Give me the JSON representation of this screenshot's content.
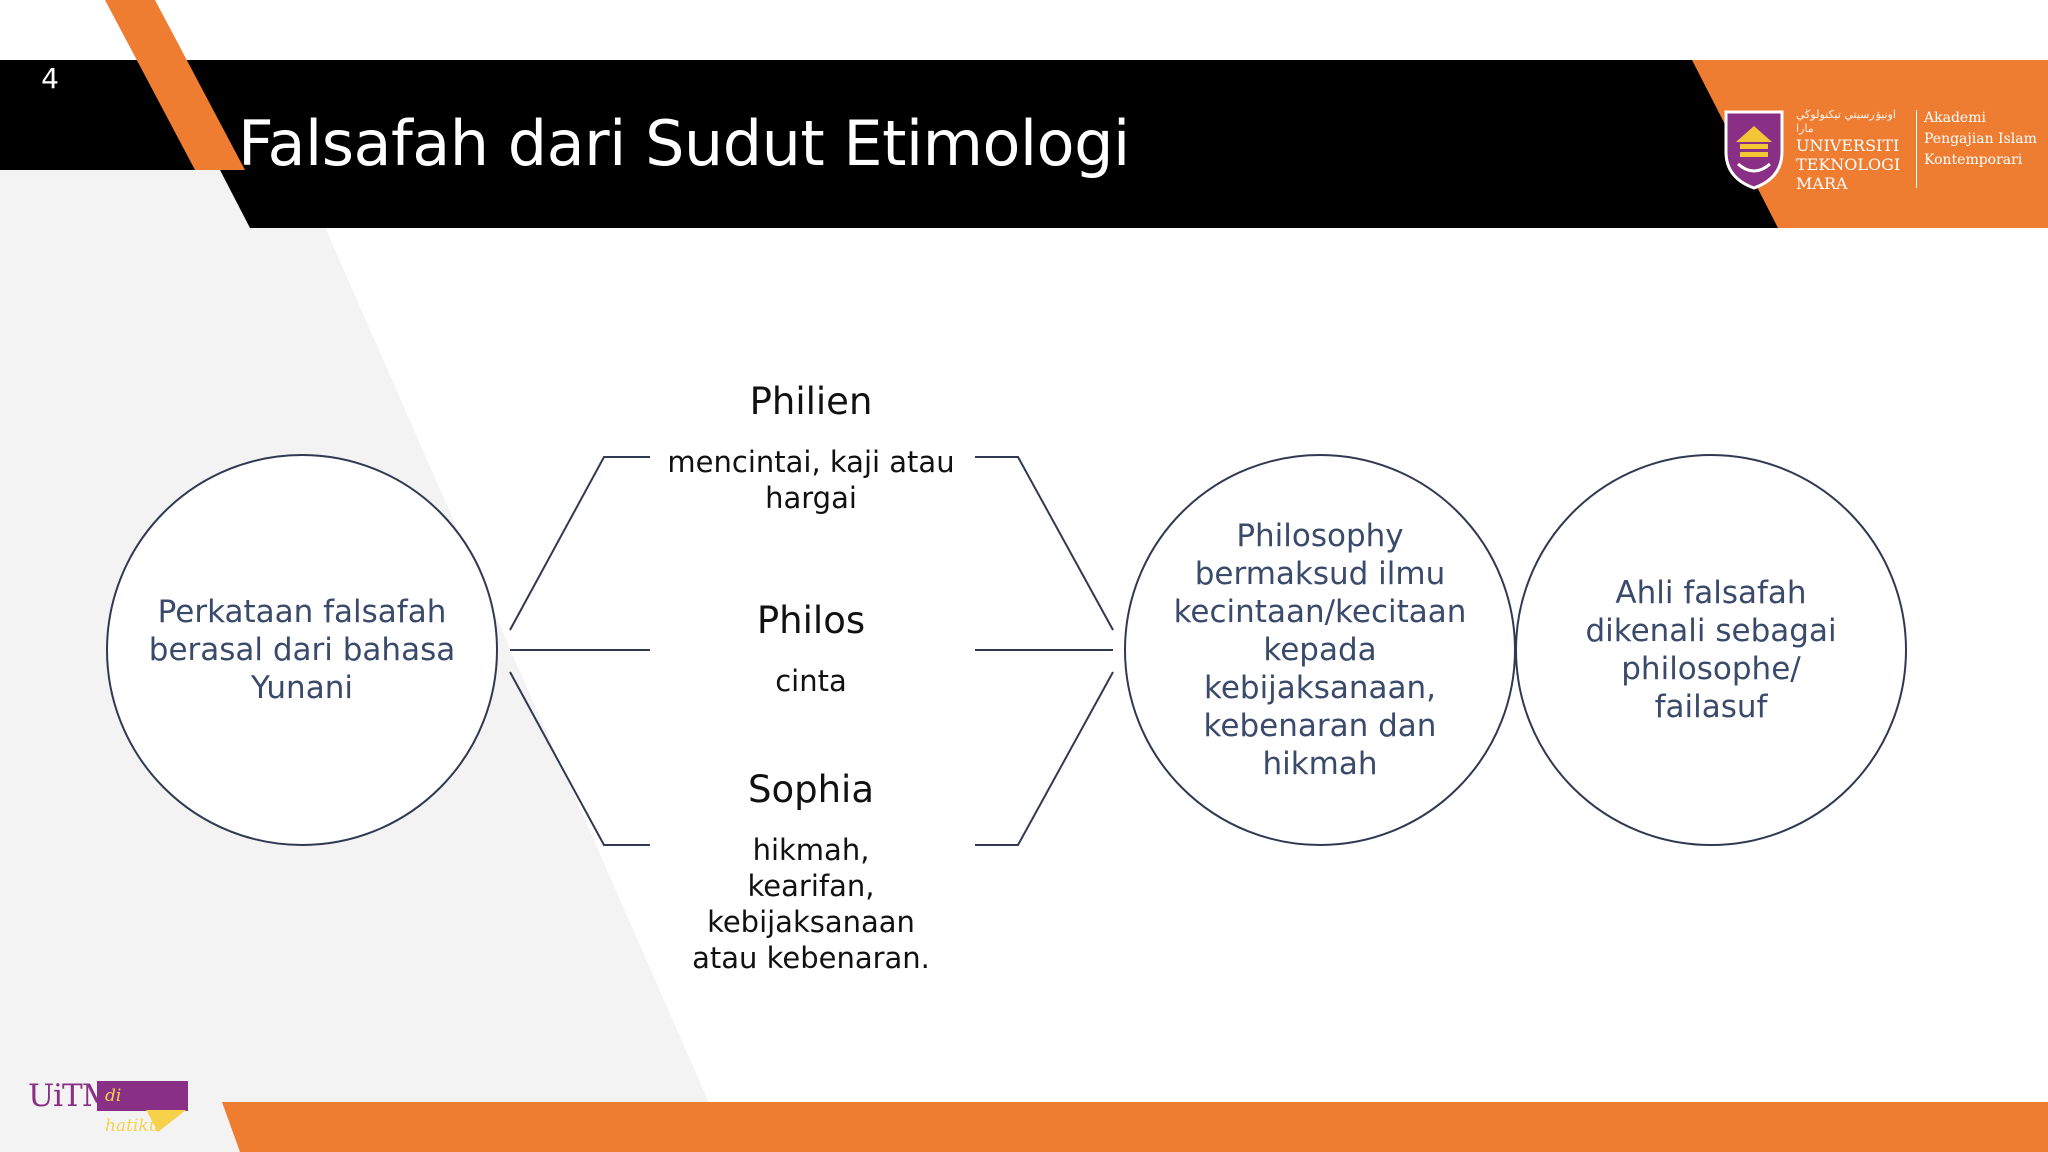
{
  "slide_number": "4",
  "title": "Falsafah dari Sudut Etimologi",
  "logo": {
    "arabic_text": "اونيۏرسيتي تيكنولوڬي مارا",
    "university_lines": [
      "UNIVERSITI",
      "TEKNOLOGI",
      "MARA"
    ],
    "akademi_lines": [
      "Akademi",
      "Pengajian Islam",
      "Kontemporari"
    ]
  },
  "diagram": {
    "source_circle": "Perkataan falsafah berasal dari bahasa Yunani",
    "terms": [
      {
        "word": "Philien",
        "meaning": "mencintai, kaji atau hargai"
      },
      {
        "word": "Philos",
        "meaning": "cinta"
      },
      {
        "word": "Sophia",
        "meaning": "hikmah, kearifan, kebijaksanaan atau kebenaran."
      }
    ],
    "result_circle": "Philosophy bermaksud ilmu kecintaan/kecitaan kepada kebijaksanaan, kebenaran dan hikmah",
    "final_circle": "Ahli falsafah dikenali sebagai philosophe/ failasuf"
  },
  "badge": {
    "main": "UiTM",
    "tag": "di hatiku"
  },
  "colors": {
    "header_black": "#000000",
    "accent_orange": "#ee7d32",
    "circle_stroke": "#2f3a52",
    "circle_text": "#3a4a6a",
    "uitm_purple": "#8a2f86"
  }
}
